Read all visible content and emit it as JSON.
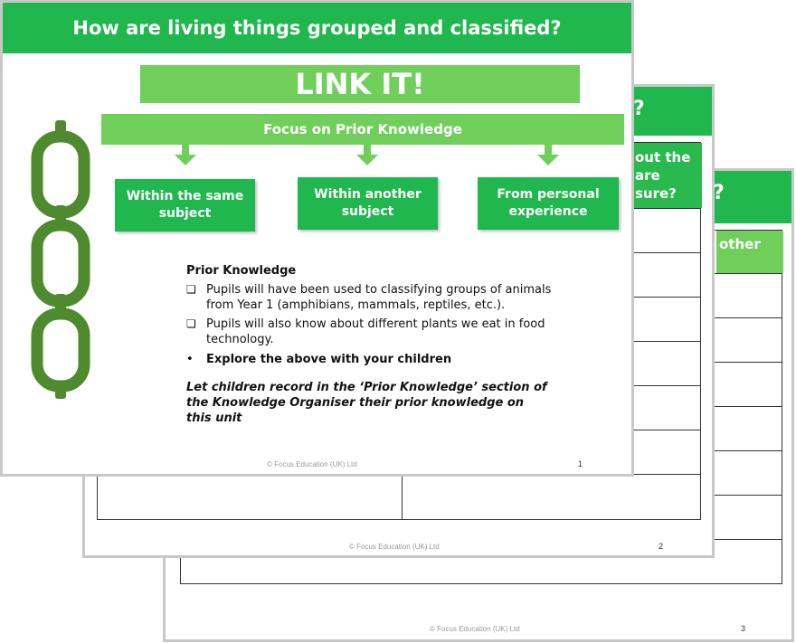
{
  "slides": {
    "s3": {
      "title_fragment": "?",
      "header_cell": "other",
      "footer": "© Focus Education (UK) Ltd",
      "page": "3"
    },
    "s2": {
      "title_fragment": "?",
      "header_cell": "out the\nare\nsure?",
      "footer": "© Focus Education (UK) Ltd",
      "page": "2"
    },
    "s1": {
      "title": "How are living things grouped and classified?",
      "banner": "LINK IT!",
      "focus_bar": "Focus on Prior Knowledge",
      "boxes": [
        "Within the same subject",
        "Within another subject",
        "From personal experience"
      ],
      "prior_heading": "Prior Knowledge",
      "bullets": [
        "Pupils will have been used to classifying groups of animals from Year 1 (amphibians, mammals, reptiles, etc.).",
        "Pupils will also know about different plants we eat in food technology."
      ],
      "dot_bullet": "Explore the above with your children",
      "instruction": "Let children record in the ‘Prior Knowledge’ section of the Knowledge Organiser their prior knowledge on this unit",
      "footer": "© Focus Education (UK) Ltd",
      "page": "1"
    }
  },
  "colors": {
    "header_green": "#1fb74e",
    "light_green": "#6fcf5a",
    "chain_green": "#4e8a2e"
  }
}
